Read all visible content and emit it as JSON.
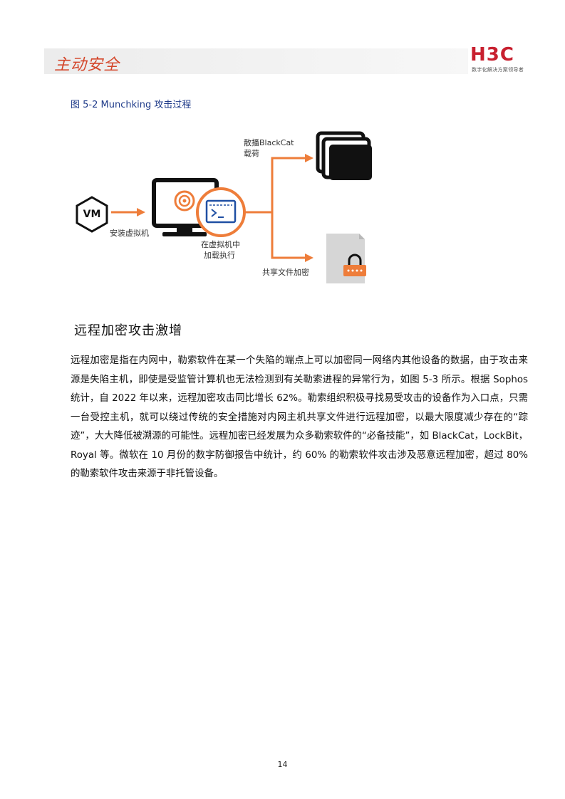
{
  "header": {
    "title": "主动安全",
    "logo_mark": "H3C",
    "logo_tagline": "数字化解决方案领导者"
  },
  "figure": {
    "caption": "图 5-2 Munchking 攻击过程",
    "labels": {
      "vm_badge": "VM",
      "install_vm": "安装虚拟机",
      "exec_in_vm_line1": "在虚拟机中",
      "exec_in_vm_line2": "加载执行",
      "spread_line1": "散播BlackCat",
      "spread_line2": "载荷",
      "share_encrypt": "共享文件加密"
    },
    "colors": {
      "accent": "#ee7d3a",
      "dark": "#111111",
      "file_gray": "#cfcfcf"
    }
  },
  "section": {
    "heading": "远程加密攻击激增",
    "body": "远程加密是指在内网中，勒索软件在某一个失陷的端点上可以加密同一网络内其他设备的数据，由于攻击来源是失陷主机，即使是受监管计算机也无法检测到有关勒索进程的异常行为，如图 5-3 所示。根据 Sophos 统计，自 2022 年以来，远程加密攻击同比增长 62%。勒索组织积极寻找易受攻击的设备作为入口点，只需一台受控主机，就可以绕过传统的安全措施对内网主机共享文件进行远程加密，以最大限度减少存在的“踪迹”，大大降低被溯源的可能性。远程加密已经发展为众多勒索软件的“必备技能”，如 BlackCat，LockBit，Royal 等。微软在 10 月份的数字防御报告中统计，约 60% 的勒索软件攻击涉及恶意远程加密，超过 80% 的勒索软件攻击来源于非托管设备。"
  },
  "footer": {
    "page_number": "14"
  }
}
